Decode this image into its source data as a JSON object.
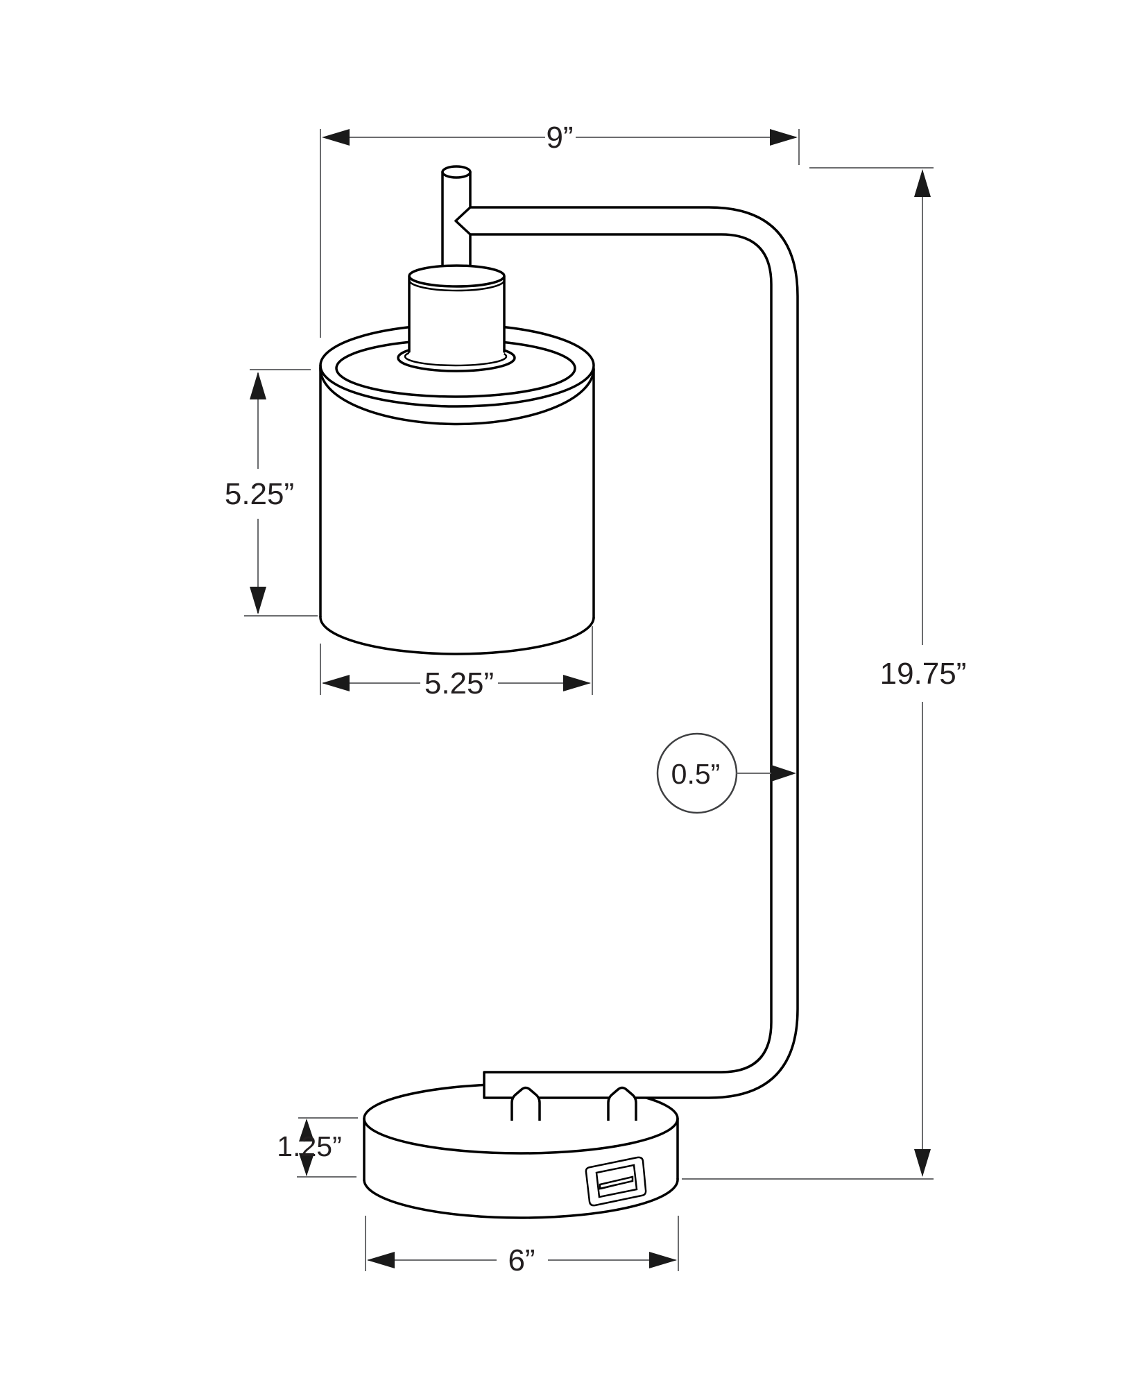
{
  "diagram": {
    "title": "Table lamp with USB port - dimension drawing",
    "type": "technical line drawing",
    "dimensions": {
      "top_width": "9”",
      "shade_height": "5.25”",
      "shade_width": "5.25”",
      "pole_diameter": "0.5”",
      "total_height": "19.75”",
      "base_height": "1.25”",
      "base_width": "6”"
    },
    "colors": {
      "background": "#ffffff",
      "line": "#000000",
      "dimension_line": "#6b6c6e",
      "text": "#231f20"
    }
  }
}
